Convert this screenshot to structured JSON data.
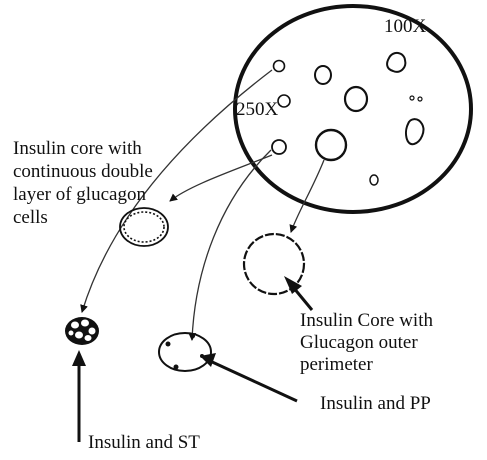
{
  "magnifications": {
    "low": "100X",
    "high": "250X"
  },
  "labels": {
    "continuous_glucagon": [
      "Insulin core with",
      "continuous double",
      "layer of glucagon",
      "cells"
    ],
    "outer_perimeter": [
      "Insulin Core with",
      "Glucagon outer",
      "perimeter"
    ],
    "insulin_pp": "Insulin and PP",
    "insulin_st": "Insulin and ST"
  },
  "colors": {
    "ink": "#111111",
    "background": "#ffffff"
  }
}
